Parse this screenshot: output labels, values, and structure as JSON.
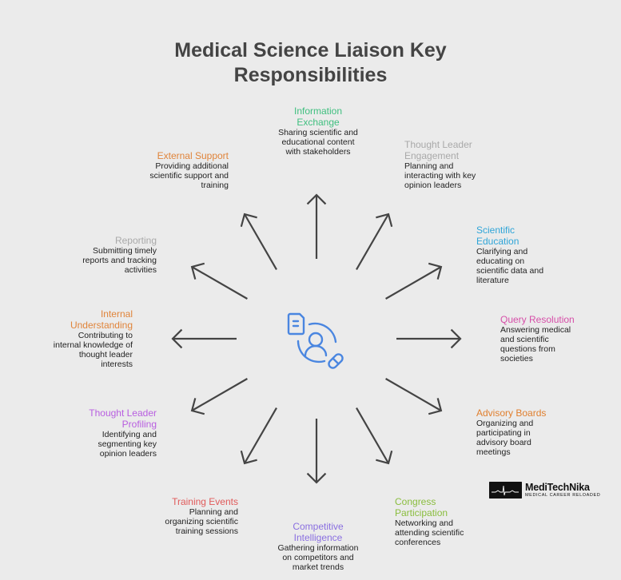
{
  "title": {
    "line1": "Medical Science Liaison Key",
    "line2": "Responsibilities"
  },
  "center_icon": "doctor-document-pill-icon",
  "nodes": [
    {
      "id": "information-exchange",
      "heading": "Information Exchange",
      "heading_lines": [
        "Information",
        "Exchange"
      ],
      "desc_lines": [
        "Sharing scientific and",
        "educational content",
        "with stakeholders"
      ],
      "color": "#3fbf7f"
    },
    {
      "id": "thought-leader-engagement",
      "heading_lines": [
        "Thought Leader",
        "Engagement"
      ],
      "desc_lines": [
        "Planning and",
        "interacting with key",
        "opinion leaders"
      ],
      "color": "#a9a9a9"
    },
    {
      "id": "scientific-education",
      "heading_lines": [
        "Scientific",
        "Education"
      ],
      "desc_lines": [
        "Clarifying and",
        "educating on",
        "scientific data and",
        "literature"
      ],
      "color": "#2fa5d8"
    },
    {
      "id": "query-resolution",
      "heading_lines": [
        "Query Resolution"
      ],
      "desc_lines": [
        "Answering medical",
        "and scientific",
        "questions from",
        "societies"
      ],
      "color": "#d64ea8"
    },
    {
      "id": "advisory-boards",
      "heading_lines": [
        "Advisory Boards"
      ],
      "desc_lines": [
        "Organizing and",
        "participating in",
        "advisory board",
        "meetings"
      ],
      "color": "#e07f2e"
    },
    {
      "id": "congress-participation",
      "heading_lines": [
        "Congress",
        "Participation"
      ],
      "desc_lines": [
        "Networking and",
        "attending scientific",
        "conferences"
      ],
      "color": "#8abd3e"
    },
    {
      "id": "competitive-intelligence",
      "heading_lines": [
        "Competitive",
        "Intelligence"
      ],
      "desc_lines": [
        "Gathering information",
        "on competitors and",
        "market trends"
      ],
      "color": "#8a6fe0"
    },
    {
      "id": "training-events",
      "heading_lines": [
        "Training Events"
      ],
      "desc_lines": [
        "Planning and",
        "organizing scientific",
        "training sessions"
      ],
      "color": "#e05a5a"
    },
    {
      "id": "thought-leader-profiling",
      "heading_lines": [
        "Thought Leader",
        "Profiling"
      ],
      "desc_lines": [
        "Identifying and",
        "segmenting key",
        "opinion leaders"
      ],
      "color": "#b85ee0"
    },
    {
      "id": "internal-understanding",
      "heading_lines": [
        "Internal",
        "Understanding"
      ],
      "desc_lines": [
        "Contributing to",
        "internal knowledge of",
        "thought leader",
        "interests"
      ],
      "color": "#e0843a"
    },
    {
      "id": "reporting",
      "heading_lines": [
        "Reporting"
      ],
      "desc_lines": [
        "Submitting timely",
        "reports and tracking",
        "activities"
      ],
      "color": "#a9a9a9"
    },
    {
      "id": "external-support",
      "heading_lines": [
        "External Support"
      ],
      "desc_lines": [
        "Providing additional",
        "scientific support and",
        "training"
      ],
      "color": "#e0843a"
    }
  ],
  "logo": {
    "name": "MediTechNika",
    "tagline": "MEDICAL CAREER RELOADED",
    "icon": "heartbeat-ecg-icon"
  },
  "colors": {
    "background": "#ebebeb",
    "arrow": "#444444",
    "title": "#444444",
    "hub_icon": "#4a86e0"
  }
}
